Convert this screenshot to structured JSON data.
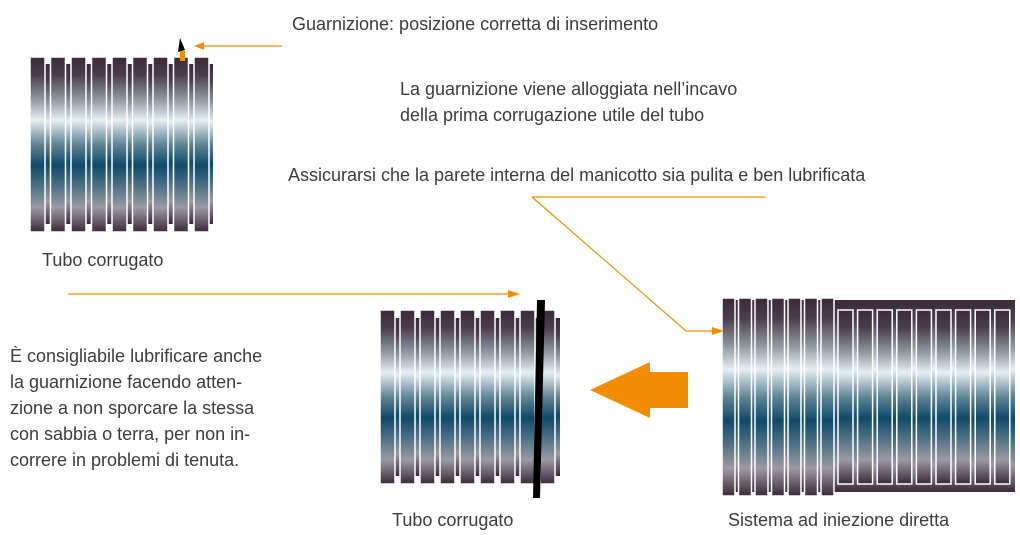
{
  "labels": {
    "gasket_position": "Guarnizione: posizione corretta di inserimento",
    "groove_note": [
      "La guarnizione viene alloggiata nell’incavo",
      "della prima corrugazione utile del tubo"
    ],
    "clean_note": "Assicurarsi che la parete interna del manicotto sia pulita e ben lubrificata",
    "tube_top": "Tubo corrugato",
    "tube_bottom": "Tubo corrugato",
    "system": "Sistema ad iniezione diretta"
  },
  "lube_note": [
    "È consigliabile lubrificare anche",
    "la guarnizione facendo atten-",
    "zione a non sporcare la stessa",
    "con sabbia o terra, per non in-",
    "correre in problemi di tenuta."
  ],
  "colors": {
    "leader_line": "#f28c00",
    "insert_arrow": "#f28c00",
    "pipe_dark": "#3a2a38",
    "pipe_light": "#e8eef2",
    "pipe_blue": "#0f4a6a",
    "text": "#3c3c3c"
  }
}
